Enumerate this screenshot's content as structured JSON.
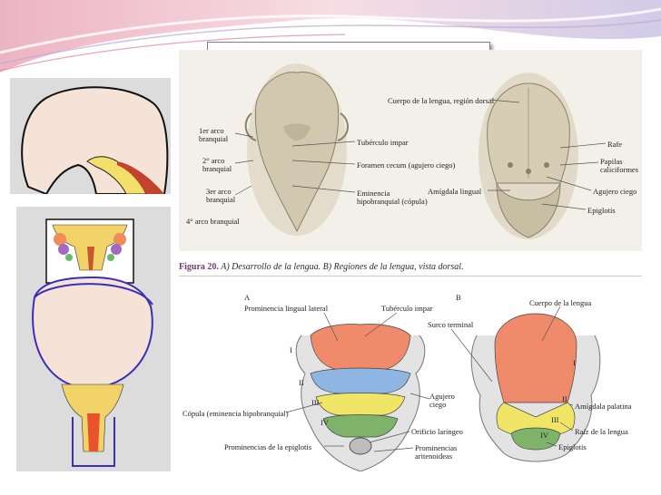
{
  "slide": {
    "title": "EMBRIOLOGIA DE LA LENGUA",
    "colors": {
      "accent_pink": "#e9a7b8",
      "accent_purple": "#8c7fb8",
      "tongue_orange": "#ef8a6b",
      "copula_yellow": "#f1e567",
      "blue": "#8fb6e3",
      "green": "#7fb36a"
    }
  },
  "figure_top": {
    "labels_left": {
      "arco1": [
        "1er arco",
        "branquial"
      ],
      "arco2": [
        "2° arco",
        "branquial"
      ],
      "arco3": [
        "3er arco",
        "branquial"
      ],
      "arco4": "4° arco branquial",
      "tuberculo": "Tubérculo impar",
      "foramen": "Foramen cecum (agujero ciego)",
      "eminencia": [
        "Eminencia",
        "hipobranquial (cópula)"
      ]
    },
    "labels_right": {
      "cuerpo": "Cuerpo de la lengua, región dorsal",
      "rafe": "Rafe",
      "papilas": [
        "Papilas",
        "caliciformes"
      ],
      "amigdala": "Amígdala lingual",
      "agujero": "Agujero ciego",
      "epiglotis": "Epiglotis"
    },
    "caption_fig": "Figura 20.",
    "caption_text": "A) Desarrollo de la lengua. B) Regiones de la lengua, vista dorsal."
  },
  "figure_bottom": {
    "panel_a": "A",
    "panel_b": "B",
    "prominencia_lateral": "Prominencia lingual lateral",
    "tuberculo": "Tubérculo impar",
    "surco": "Surco terminal",
    "cuerpo": "Cuerpo de la lengua",
    "agujero": [
      "Agujero",
      "ciego"
    ],
    "amigdala": "Amígdala palatina",
    "copula": "Cópula (eminencia hipobranquial)",
    "orificio": "Orificio laríngeo",
    "raiz": "Raíz de la lengua",
    "prom_epiglotis": "Prominencias de la epiglotis",
    "prom_aritenoideas": [
      "Prominencias",
      "aritenoideas"
    ],
    "epiglotis": "Epiglotis",
    "roman_left": [
      "I",
      "II",
      "III",
      "IV"
    ],
    "roman_right": [
      "I",
      "II",
      "III",
      "IV"
    ]
  }
}
